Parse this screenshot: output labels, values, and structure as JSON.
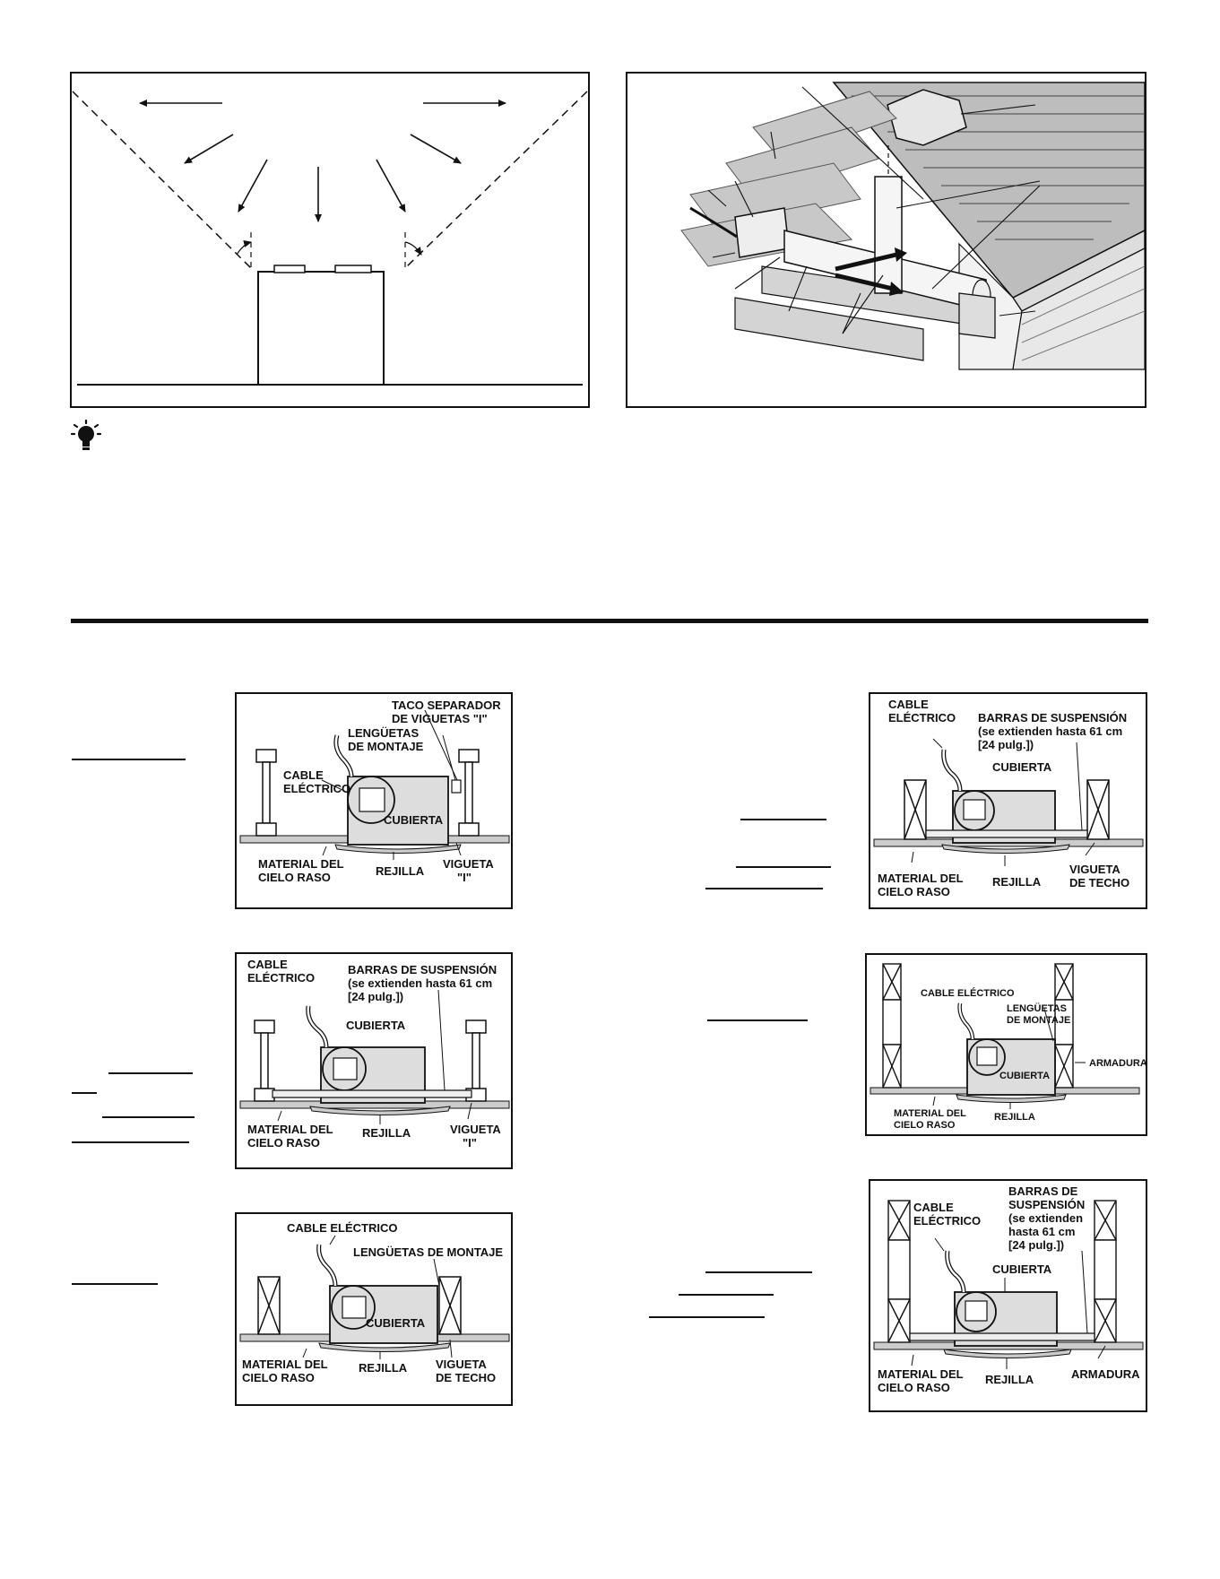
{
  "labels": {
    "taco_separador": "TACO SEPARADOR",
    "de_viguetas_i": "DE VIGUETAS \"I\"",
    "lenguetas": "LENGÜETAS",
    "de_montaje": "DE MONTAJE",
    "lenguetas_de_montaje": "LENGÜETAS DE MONTAJE",
    "cable": "CABLE",
    "electrico": "ELÉCTRICO",
    "cable_electrico": "CABLE ELÉCTRICO",
    "cubierta": "CUBIERTA",
    "material_del": "MATERIAL DEL",
    "cielo_raso": "CIELO RASO",
    "rejilla": "REJILLA",
    "vigueta": "VIGUETA",
    "i_quoted": "\"I\"",
    "de_techo": "DE TECHO",
    "armadura": "ARMADURA",
    "barras_de_suspension": "BARRAS DE SUSPENSIÓN",
    "se_extienden_61": "(se extienden hasta 61 cm",
    "pulg_24": "[24 pulg.])",
    "barras_de": "BARRAS DE",
    "suspension": "SUSPENSIÓN",
    "se_extienden": "(se extienden",
    "hasta_61": "hasta 61 cm"
  },
  "icons": {
    "tip": "lightbulb-icon"
  }
}
